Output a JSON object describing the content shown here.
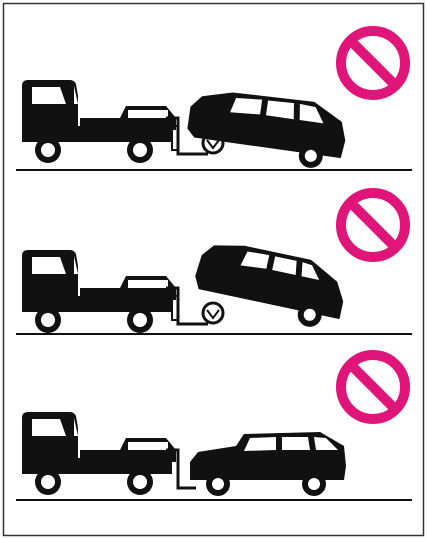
{
  "diagram": {
    "colors": {
      "ink": "#111111",
      "prohibit": "#e0157a",
      "background": "#ffffff",
      "border": "#333333"
    },
    "panels": [
      {
        "id": "front-wheels-raised",
        "description_icon": "tow-truck-with-wheel-lift-rear-on-ground-icon",
        "status": "prohibited"
      },
      {
        "id": "rear-wheels-raised",
        "description_icon": "tow-truck-with-wheel-lift-front-on-ground-icon",
        "status": "prohibited"
      },
      {
        "id": "flat-towing",
        "description_icon": "tow-truck-flat-tow-icon",
        "status": "prohibited"
      }
    ]
  }
}
